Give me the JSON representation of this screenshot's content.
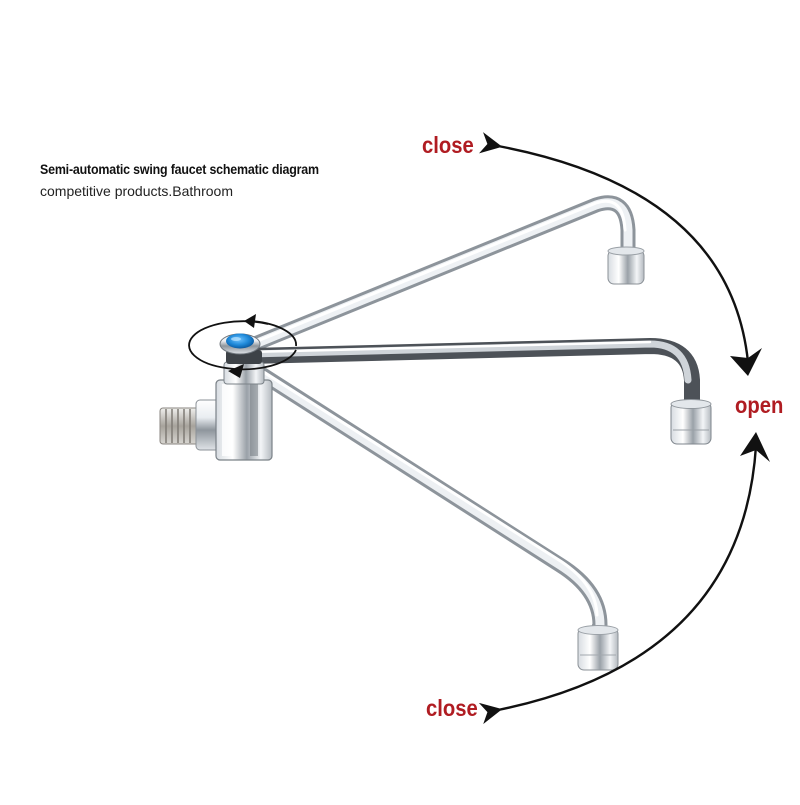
{
  "diagram": {
    "title": "Semi-automatic swing faucet schematic diagram",
    "subtitle": "competitive products.Bathroom",
    "labels": {
      "close_top": "close",
      "open": "open",
      "close_bottom": "close"
    },
    "colors": {
      "label": "#b01c22",
      "arrow": "#111111",
      "chrome": "#c8cdd3",
      "button": "#1e88d8"
    },
    "parts": [
      "swing-spout-closed-upper",
      "swing-spout-open",
      "swing-spout-closed-lower",
      "valve-body",
      "threaded-inlet",
      "push-button"
    ]
  }
}
